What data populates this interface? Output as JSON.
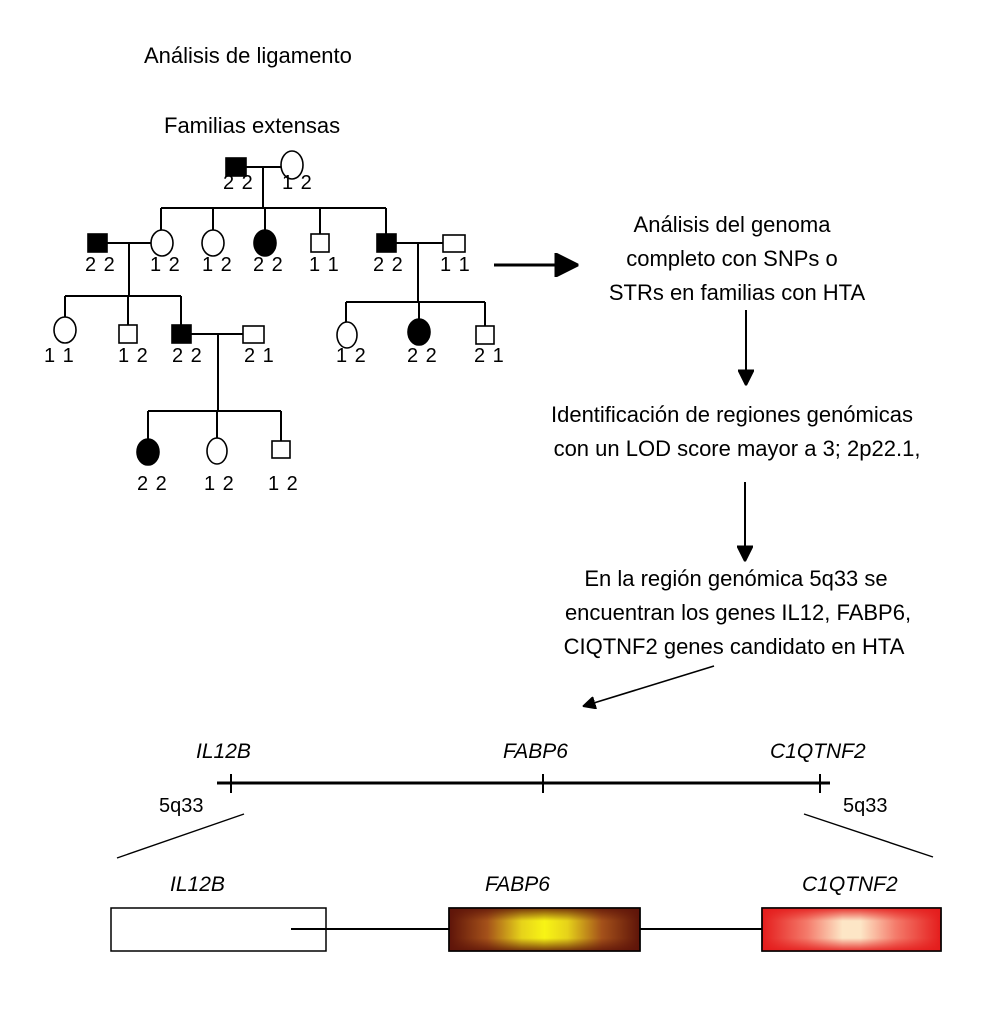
{
  "title": "Análisis de ligamento",
  "pedigree": {
    "label": "Familias extensas",
    "genotypes": {
      "i1": "2 2",
      "i2": "1 2",
      "ii1": "2 2",
      "ii2": "1 2",
      "ii3": "1 2",
      "ii4": "2 2",
      "ii5": "1 1",
      "ii6": "2 2",
      "ii7": "1 1",
      "iii1": "1 1",
      "iii2": "1 2",
      "iii3": "2 2",
      "iii4": "2 1",
      "iii5": "1 2",
      "iii6": "2 2",
      "iii7": "2 1",
      "iv1": "2 2",
      "iv2": "1 2",
      "iv3": "1 2"
    }
  },
  "steps": {
    "s1": [
      "Análisis del genoma",
      "completo con SNPs o",
      "STRs en familias con HTA"
    ],
    "s2": [
      "Identificación de regiones genómicas",
      "con un LOD score mayor a 3; 2p22.1,"
    ],
    "s3": [
      "En la región genómica 5q33 se",
      "encuentran los genes IL12, FABP6,",
      "CIQTNF2 genes candidato en HTA"
    ]
  },
  "genome_map": {
    "genes": [
      "IL12B",
      "FABP6",
      "C1QTNF2"
    ],
    "locus_left": "5q33",
    "locus_right": "5q33"
  },
  "colors": {
    "affected": "#000000",
    "fabp6_outer": "#6b1a0c",
    "fabp6_inner": "#f3ee10",
    "c1qtnf2_outer": "#e82020",
    "c1qtnf2_inner": "#fde3c0"
  }
}
